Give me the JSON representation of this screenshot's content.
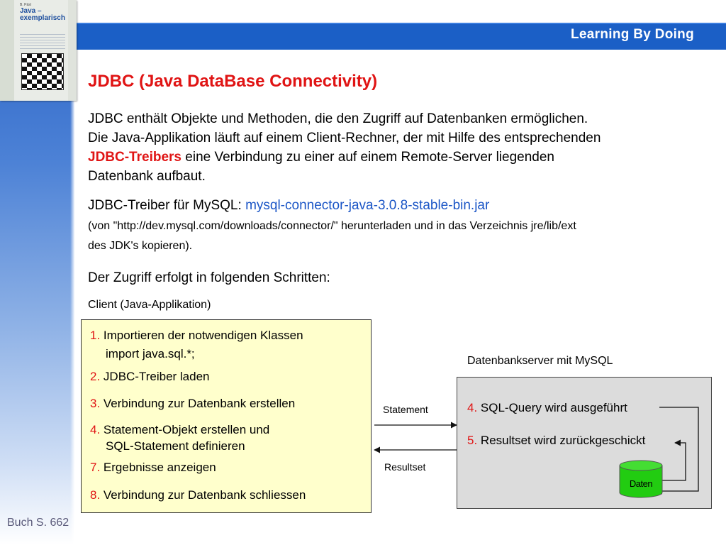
{
  "header": {
    "banner": "Learning By Doing"
  },
  "book": {
    "small_text": "B. Päsl",
    "title_line1": "Java –",
    "title_line2": "exemplarisch"
  },
  "slide": {
    "title": "JDBC (Java DataBase Connectivity)",
    "paragraph": {
      "line1": "JDBC enthält Objekte und Methoden, die den Zugriff auf Datenbanken ermöglichen.",
      "line2": "Die Java-Applikation läuft auf einem Client-Rechner, der mit Hilfe des entsprechenden",
      "highlight": "JDBC-Treibers",
      "line3_rest": " eine Verbindung zu einer auf einem Remote-Server liegenden",
      "line4": "Datenbank aufbaut."
    },
    "driver": {
      "label": "JDBC-Treiber für MySQL: ",
      "file": "mysql-connector-java-3.0.8-stable-bin.jar",
      "note_line1": "(von \"http://dev.mysql.com/downloads/connector/\" herunterladen und in das Verzeichnis jre/lib/ext",
      "note_line2": "des JDK's kopieren)."
    },
    "steps_intro": "Der Zugriff erfolgt in folgenden Schritten:",
    "client_label": "Client (Java-Applikation)",
    "client_steps": [
      {
        "num": "1.",
        "text": " Importieren der notwendigen Klassen",
        "text2": "import java.sql.*;"
      },
      {
        "num": "2.",
        "text": " JDBC-Treiber laden"
      },
      {
        "num": "3.",
        "text": " Verbindung zur Datenbank erstellen"
      },
      {
        "num": "4.",
        "text": " Statement-Objekt erstellen und",
        "text2": "SQL-Statement definieren"
      },
      {
        "num": "7.",
        "text": " Ergebnisse anzeigen"
      },
      {
        "num": "8.",
        "text": " Verbindung zur Datenbank schliessen"
      }
    ],
    "server_label": "Datenbankserver mit MySQL",
    "server_steps": [
      {
        "num": "4.",
        "text": " SQL-Query wird ausgeführt"
      },
      {
        "num": "5.",
        "text": " Resultset wird zurückgeschickt"
      }
    ],
    "db_label": "Daten",
    "statement_label": "Statement",
    "resultset_label": "Resultset",
    "footer": "Buch S. 662"
  },
  "colors": {
    "accent_red": "#e01414",
    "link_blue": "#1a55c6",
    "header_blue": "#1b5fc6",
    "db_green": "#22cc11"
  }
}
